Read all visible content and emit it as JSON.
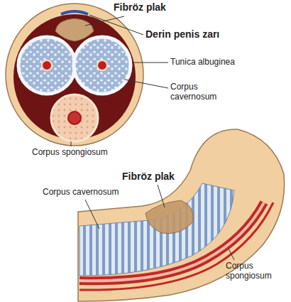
{
  "diagram": {
    "labels": [
      "Fibröz plak",
      "Derin penis zarı",
      "Tunica albuginea",
      "Corpus cavernosum",
      "Corpus spongiosum",
      "Fibröz plak",
      "Corpus cavernosum",
      "Corpus spongiosum"
    ]
  }
}
